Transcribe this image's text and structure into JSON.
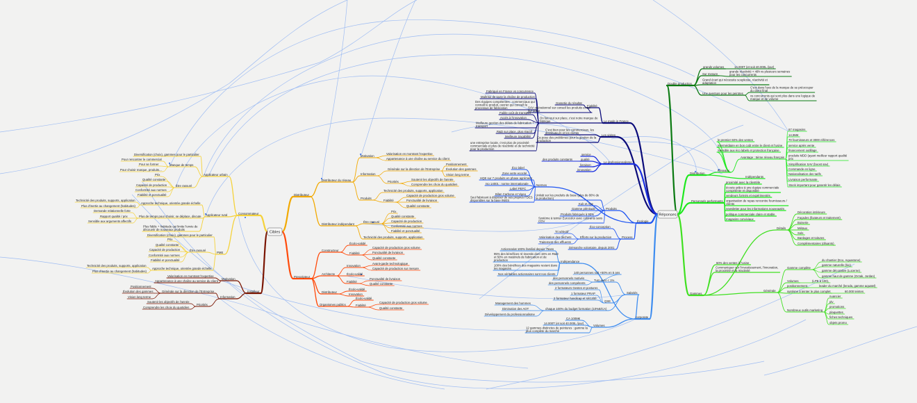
{
  "roots": {
    "C": "Cibles",
    "R": "Réponses"
  },
  "branch_colors": {
    "d": "#f2a900",
    "p": "#ff4a0a",
    "c": "#f5d23a",
    "i": "#7a1400",
    "mf": "#0b0b7a",
    "vi": "#0b0b7a",
    "pr": "#1a2fe0",
    "ec": "#1f55f2",
    "co": "#3d8cf0",
    "dp": "#0b7a12",
    "ds": "#1ee81e",
    "pp": "#1ee81e",
    "ga": "#3fe020"
  },
  "relationship_color": "#9ebcf2",
  "nodes": {
    "d": "Distributeur",
    "dr": "Distributeur du réseau",
    "dr_m": "Motivation",
    "dr_m1": "Valorisation en montrant l'expertise",
    "dr_m2": "Appartenance à une chaîne au service du client",
    "dr_i": "Information",
    "dr_ig": "Générale sur la direction de l'Entreprise",
    "dr_ig1": "Positionnement",
    "dr_ig2": "Évolution des gammes",
    "dr_ig3": "Vision long terme",
    "dr_ip": "Priorités",
    "dr_ip1": "Soutenir les objectifs de l'année",
    "dr_ip2": "Comprendre les choix du quotidien",
    "dr_p": "Produits",
    "dr_p1": "Technicité des produits, supports, application",
    "dr_pf": "Fiabilité",
    "dr_pf1": "Capacité de production gros volume",
    "dr_pf2": "Ponctualité de livraison",
    "dr_pf3": "Qualité constante",
    "di": "Distributeur indépendant",
    "di_r": "Être rassuré",
    "di_r1": "Prix",
    "di_r2": "Qualité constante",
    "di_r3": "Capacité de production",
    "di_r4": "Conformité aux normes",
    "di_r5": "Fiabilité et ponctualité",
    "di_t": "Technicité des produits, supports, application",
    "p": "Prescripteur",
    "pc": "Constructeur",
    "pc_e": "Écolo-validé",
    "pc_f": "Fiabilité",
    "pc_f1": "Capacité de production gros volume",
    "pc_f2": "Ponctualité de livraison",
    "pc_f3": "Qualité constante",
    "pa": "Architecte",
    "pa_i": "Innovation",
    "pa_i1": "Avant-garde technologique",
    "pa_i2": "Capacité de production sur mesure",
    "pa_e": "Écolo-validé",
    "pa_f": "Fiabilité",
    "pa_f1": "Ponctualité de livraison",
    "pa_f2": "Qualité constante",
    "pd": "Distributeur",
    "pd_e": "Écolo-validé",
    "pd_i": "Innovation",
    "po": "Organismes publics",
    "po_e": "Écolo-validé",
    "po_f": "Fiabilité",
    "po_f1": "Capacité de production gros volume",
    "po_f2": "Qualité constante",
    "c": "Consommateur",
    "cu": "Applicateur urbain",
    "cu1": "Diversification (choix), gammes pour le particulier",
    "cu_m": "Manque de temps",
    "cu_m1": "Pour rencontrer le commercial",
    "cu_m2": "Pour se former",
    "cu_m3": "Pour choisir marque, produits...",
    "cu_r": "Être rassuré",
    "cu_r1": "Prix",
    "cu_r2": "Qualité constante",
    "cu_r3": "Capacité de production",
    "cu_r4": "Conformité aux normes",
    "cu_r5": "Fiabilité et ponctualité",
    "cr": "Applicateur rural",
    "cr_a": "Approche technique, orientée grande échelle",
    "cr_a1": "Technicité des produits, supports, application",
    "cr_a2": "Plus d'inertie au changement (habitudes)",
    "cr_p": "Plus de temps pour choisir, se déplace, discute",
    "cr_p1": "Demande relationnelle forte",
    "cr_p2": "Rapport qualité / prix",
    "cr_p3": "Sensible aux arguments affectifs",
    "cr_f": "Plus fidèle + habitude qui limite l'envie de\ndécouvrir de nouveaux produits",
    "cp": "PME",
    "cp1": "Diversification (choix), gammes pour le particulier",
    "cp_r": "Être rassuré",
    "cp_r1": "Prix",
    "cp_r2": "Qualité constante",
    "cp_r3": "Capacité de production",
    "cp_r4": "Conformité aux normes",
    "cp_r5": "Fiabilité et ponctualité",
    "cp_a": "Approche technique, orientée grande échelle",
    "cp_a1": "Technicité des produits, supports, application",
    "cp_a2": "Plus d'inertie au changement (habitudes)",
    "i": "Installeur",
    "im": "Motivation",
    "im1": "Valorisation en montrant l'expertise",
    "im2": "Appartenance à une chaîne au service du client",
    "ii": "Information",
    "ii_g": "Générale sur la direction de l'Entreprise",
    "ii_g1": "Positionnement",
    "ii_g2": "Évolution des gammes",
    "ii_g3": "Vision long terme",
    "ii_p": "Priorités",
    "ii_p1": "Soutenir les objectifs de l'année",
    "ii_p2": "Comprendre les choix du quotidien",
    "mf": "Le made in France",
    "mf_f": "Fiabilité",
    "mf_f1": "Garantie du résultat",
    "mf_f2": "SAV opérationnel sur conseil les produits et sur\nsur place",
    "mf_o": "On fait tout sur place, c'est notre marque de\nfabrique",
    "mf_o1": "Fabriqué en France vs concurrence",
    "mf_o2": "Maîtrise de toute la chaîne de production",
    "mf_o3": "Des équipes compétentes : commerciaux qui\nconnaît le produit, ouvrier qui connaît le\nprocessus de fabrication",
    "mf_o4": "Faible coût de transport",
    "mf_o5": "Accès à l'innovation",
    "mf_o6": "Meilleure gestion des délais de fabrication +\ntransport",
    "mf_o7": "R&D sur place, plus réactif",
    "mf_o8": "Meilleure traçabilité",
    "mf_o9": "une entreprise locale, c'est plus de proximité\ncommerciale et plus de réactivité et de technicité\npour la production",
    "vi": "Les visites",
    "vi1": "C'est bien pour les commerciaux, les\ndistributeurs et les clients",
    "vi2": "Ça pose des problèmes pour la gestion de la\nproduction",
    "pr": "Le professionnalisme",
    "pr1": "service",
    "pr2": "qualité",
    "pr2a": "des produits constants",
    "pr3": "livraison",
    "pr4": "innovation",
    "ec": "Écologie",
    "ec_n": "Normes",
    "ec_n1": "Éco label",
    "ec_n2": "Zone verte ecocité",
    "ec_n3": "HQE sur 7 produits en phase agrément",
    "ec_n4": "Iso 14001 : norme internationale",
    "ec_n5": "Label PEFC",
    "ec_n6": "Bilan Carbone et Vigeo",
    "ec_n7": "Seul fabricant à disposer de ses propres FDES\ndisponibles sur la base INIES",
    "ec_p": "Produits",
    "ec_p1": "Unilab sur les produits de base (plus de 80% de\nla production)",
    "ec_p2": "Kub et Ape",
    "ec_p3": "Gamme plénitude",
    "ec_p4": "Produits fabriqués à 90%",
    "ec_p5": "Système à teinter Eurocolor avec colorants sans\nCOV",
    "ec_r": "Process",
    "ec_r1": "Éco-conception",
    "ec_r2": "Efforts sur la production",
    "ec_r2a": "Tri sélectif",
    "ec_r2b": "Valorisation des déchets",
    "ec_r2c": "Traitement des effluents",
    "ec_r3": "Démarche volontaire, depuis 2001",
    "co": "corporate",
    "co_i": "Indépendance",
    "co_i1": "Actionnariat 100% familial depuis 75ans",
    "co_i2": "95% des bénéfices ré-investis dont 15% en R&D\net 50% en matériels de fabrication et de\nproduction",
    "co_i3": "100% des bénéfices des magasins restent dans\nles magasins",
    "co_i4": "Nos véritables actionnaires sont nos clients",
    "co_s": "Salariés",
    "co_st": "Turn over < 1%",
    "co_st1": "140 personnes soit +50% en 5 ans",
    "co_st2": "des personnels motivés",
    "co_st3": "des personnels compétents",
    "co_sq": "QSE",
    "co_sq1": "2 formateurs Gestes et postures",
    "co_sq2": "1 formateur PRAP",
    "co_sq3": "2 formateur handicap et sécurité",
    "co_sb": "chaque 100% du budget formation (10%B/CA)",
    "co_sb1": "Management des hommes",
    "co_sb2": "Diminution des AOT",
    "co_sb3": "Développement du professionnalisme",
    "co_v": "Volumes",
    "co_v1": "CA 100M€",
    "co_v2": "14.000T (et soit 40.000L /jour)",
    "co_v3": "12 gammes distinctes de peintures : gamme la\nplus complète du marché",
    "dp": "Double production",
    "dp1": "grands volumes",
    "dp1a": "14.000T (et soit 40.000L /jour)",
    "dp2": "Sur mesure",
    "dp2a": "grande réactivité < 48h vs plusieurs semaines\npour les concurrents",
    "dp3": "Grand écart qui nécessite souplesse, réactivité et\nadaptation",
    "dp4": "Une aventure pour les peintres",
    "dp4a": "C'est dans l'axe de la marque de se préoccuper\ndu client final",
    "dp4b": "vs concurrents qui sont plus dans une logique de\nmarque et de volume",
    "ds": "Distribution",
    "ds_r": "Réseaux",
    "ds_r1": "le premier 60% des ventes",
    "ds_r2": "intermédiaire en bon coût entre le client et l'usine",
    "ds_r3": "Sensible aux éco labels et protection française",
    "ds_ra": "Avantage : 5ème réseau français",
    "ds_ra1": "67 magasins",
    "ds_ra2": "14,9M€",
    "ds_ra3": "70 fournisseurs et 3000 références",
    "ds_ra4": "service après vente",
    "ds_ra5": "financement outillage",
    "ds_ra6": "produits MDD (ayant meilleur rapport qualité\nprix",
    "ds_ra7": "Simplification SAV (boost sav)",
    "ds_ra8": "Commande en ligne",
    "ds_ra9": "Nationalisation des tarifs",
    "ds_ra10": "Livraison performante",
    "ds_ra11": "Stock important pour garantir les délais",
    "ds_i": "Indépendants",
    "pp": "Personnels performants",
    "pp1": "proximité avec la clientèle",
    "pp2": "écoute grâce à une équipe commerciale\ncompétente et disponible",
    "pp3": "vendeurs formés et expérimentés",
    "pp4": "organisation de repas rencontre fournisseurs /\nclients",
    "pp5": "newsletter pour les informations nouveautés",
    "pp6": "politique commerciale claire et stable",
    "pp7": "magasins conviviaux",
    "ga": "Gammes",
    "ga1": "60% des ventes à l'usine",
    "ga2": "Communiquer sur l'investissement, l'innovation,\nla proximité et la réactivité",
    "ga_d": "Détails",
    "ga_d1": "Décoration intérieure",
    "ga_d2": "Façades (fixateurs et traitement)",
    "ga_d3": "Boiserie",
    "ga_d4": "Métaux",
    "ga_d5": "Sols",
    "ga_d6": "Bardages et toitures",
    "ga_d7": "Complémentaires (diluants)",
    "ga_g": "Générale",
    "ga_gc": "Gamme complète",
    "ga_gc1": "du chantier (Eco, Aquastone)",
    "ga_gc2": "gamme naturelle (bio)",
    "ga_gc3": "gamme décorative (Lucerne)",
    "ga_gc4": "gamme haut de gamme (Octak, Jordan)",
    "ga_gv": "Volumes",
    "ga_gv1": "(LPE à 100),",
    "ga_gp": "positionnement",
    "ga_gp1": "leader du marché (leroda, gamme aquatel)",
    "ga_gs": "système à teinter le plus complet",
    "ga_gs1": "60.000 teintes",
    "ga_gm": "Nombreux outils marketing",
    "ga_gm1": "nuancier",
    "ga_gm2": "plv",
    "ga_gm3": "promotions",
    "ga_gm4": "plaquettes",
    "ga_gm5": "fiches techniques",
    "ga_gm6": "objets promo"
  }
}
